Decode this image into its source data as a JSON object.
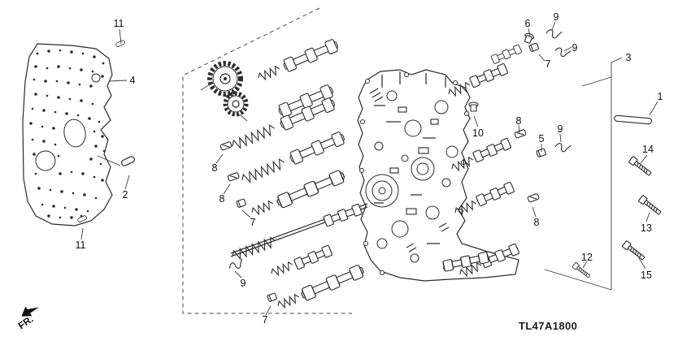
{
  "diagram": {
    "code": "TL47A1800",
    "fr_label": "FR."
  },
  "callouts": [
    {
      "label": "11"
    },
    {
      "label": "4"
    },
    {
      "label": "2"
    },
    {
      "label": "11"
    },
    {
      "label": "8"
    },
    {
      "label": "8"
    },
    {
      "label": "7"
    },
    {
      "label": "9"
    },
    {
      "label": "7"
    },
    {
      "label": "6"
    },
    {
      "label": "9"
    },
    {
      "label": "9"
    },
    {
      "label": "7"
    },
    {
      "label": "3"
    },
    {
      "label": "1"
    },
    {
      "label": "10"
    },
    {
      "label": "8"
    },
    {
      "label": "5"
    },
    {
      "label": "9"
    },
    {
      "label": "14"
    },
    {
      "label": "13"
    },
    {
      "label": "8"
    },
    {
      "label": "15"
    },
    {
      "label": "12"
    }
  ],
  "colors": {
    "line": "#2b2b2b",
    "background": "#ffffff"
  }
}
